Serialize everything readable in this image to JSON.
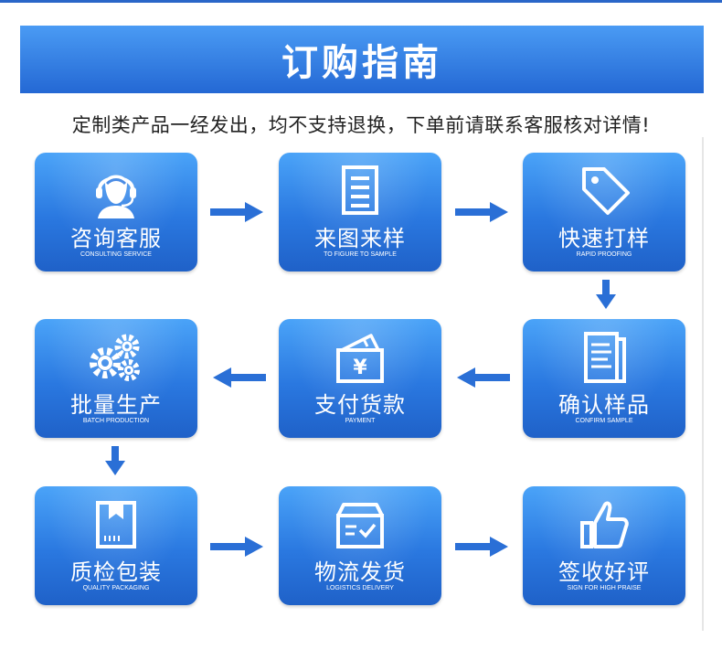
{
  "banner": {
    "title": "订购指南"
  },
  "notice": "定制类产品一经发出，均不支持退换，下单前请联系客服核对详情!",
  "steps": [
    {
      "title": "咨询客服",
      "subtitle": "CONSULTING SERVICE",
      "icon": "customer-service-icon"
    },
    {
      "title": "来图来样",
      "subtitle": "TO FIGURE TO SAMPLE",
      "icon": "document-icon"
    },
    {
      "title": "快速打样",
      "subtitle": "RAPID PROOFING",
      "icon": "tag-icon"
    },
    {
      "title": "确认样品",
      "subtitle": "CONFIRM SAMPLE",
      "icon": "checklist-icon"
    },
    {
      "title": "支付货款",
      "subtitle": "PAYMENT",
      "icon": "wallet-yen-icon"
    },
    {
      "title": "批量生产",
      "subtitle": "BATCH PRODUCTION",
      "icon": "gears-icon"
    },
    {
      "title": "质检包装",
      "subtitle": "QUALITY PACKAGING",
      "icon": "package-icon"
    },
    {
      "title": "物流发货",
      "subtitle": "LOGISTICS DELIVERY",
      "icon": "delivery-box-icon"
    },
    {
      "title": "签收好评",
      "subtitle": "SIGN FOR HIGH PRAISE",
      "icon": "thumbs-up-icon"
    }
  ],
  "colors": {
    "brand_blue": "#2a78e0",
    "banner_top": "#4a9bf4",
    "banner_bottom": "#2468d4",
    "arrow": "#2a6fd6"
  }
}
